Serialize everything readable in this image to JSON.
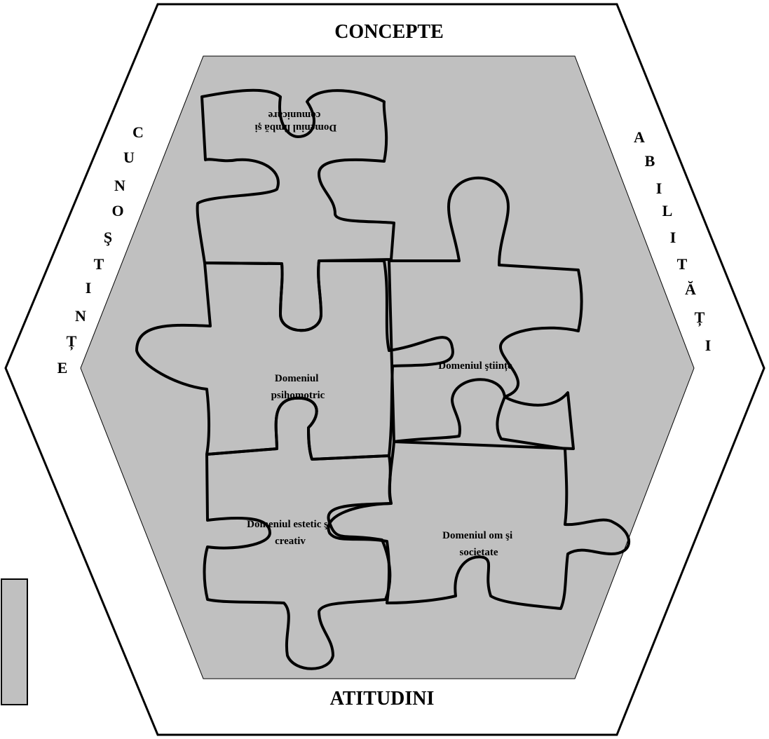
{
  "top_label": "CONCEPTE",
  "bottom_label": "ATITUDINI",
  "left_letters": [
    "C",
    "U",
    "N",
    "O",
    "Ş",
    "T",
    "I",
    "N",
    "Ț",
    "E"
  ],
  "right_letters": [
    "A",
    "B",
    "I",
    "L",
    "I",
    "T",
    "Ă",
    "Ț",
    "I"
  ],
  "pieces": {
    "language": {
      "lines": [
        "Domeniul limbă şi",
        "comunicare"
      ],
      "color": "#ff99cc"
    },
    "psychomotor": {
      "lines": [
        "Domeniul",
        "psihomotric"
      ],
      "color": "#ccccff"
    },
    "sciences": {
      "lines": [
        "Domeniul ştiințe"
      ],
      "color": "#ffbf80"
    },
    "aesthetic": {
      "lines": [
        "Domeniul estetic şi",
        "creativ"
      ],
      "color": "#d9e8b3"
    },
    "society": {
      "lines": [
        "Domeniul om şi",
        "societate"
      ],
      "color": "#ffffcc"
    }
  },
  "colors": {
    "inner_hexagon": "#c0c0c0",
    "side_box": "#c0c0c0",
    "outline": "#000000"
  }
}
